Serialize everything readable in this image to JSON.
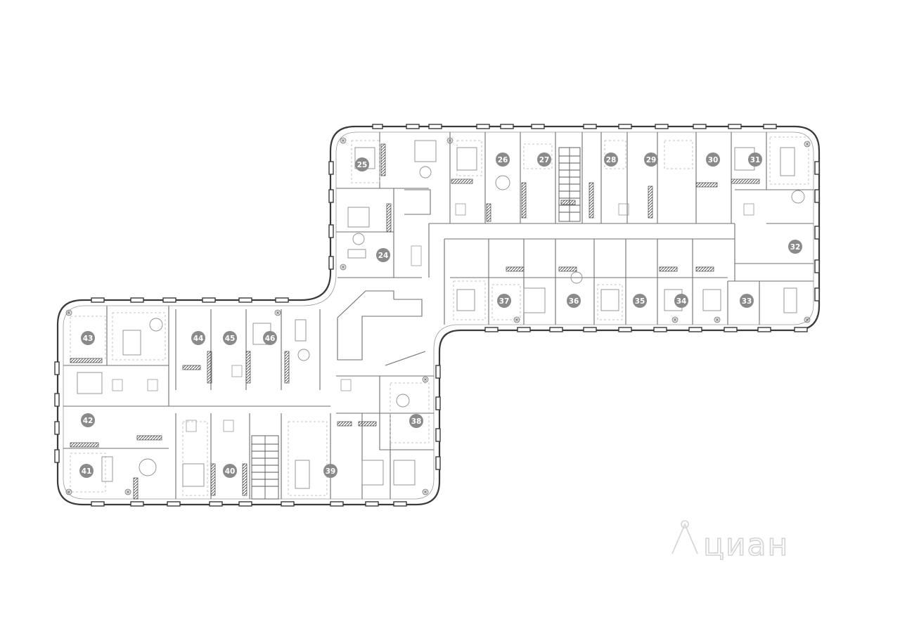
{
  "floor_plan": {
    "units": [
      "24",
      "25",
      "26",
      "27",
      "28",
      "29",
      "30",
      "31",
      "32",
      "33",
      "34",
      "35",
      "36",
      "37",
      "38",
      "39",
      "40",
      "41",
      "42",
      "43",
      "44",
      "45",
      "46"
    ]
  },
  "watermark": {
    "text": "циан"
  },
  "colors": {
    "badge": "#8a8a8a",
    "wall": "#3a3a3a",
    "watermark": "#d4d4d4"
  }
}
